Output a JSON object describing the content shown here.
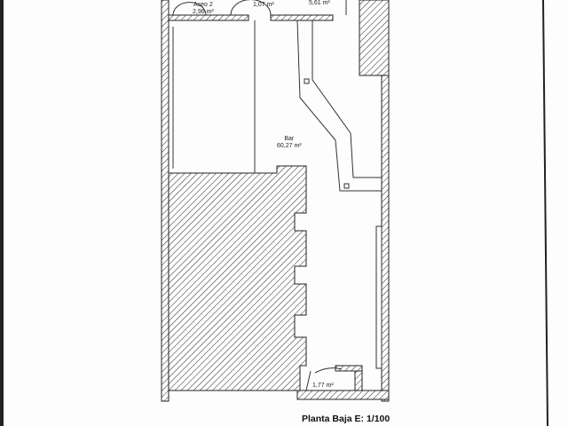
{
  "rooms": {
    "aseo2_name": "Aseo 2",
    "aseo2_area": "2,96 m²",
    "hall_area": "1,07 m²",
    "room3_area": "5,61 m²",
    "bar_name": "Bar",
    "bar_area": "60,27 m²",
    "entry_area": "1,77 m²"
  },
  "title": "Planta Baja E: 1/100"
}
